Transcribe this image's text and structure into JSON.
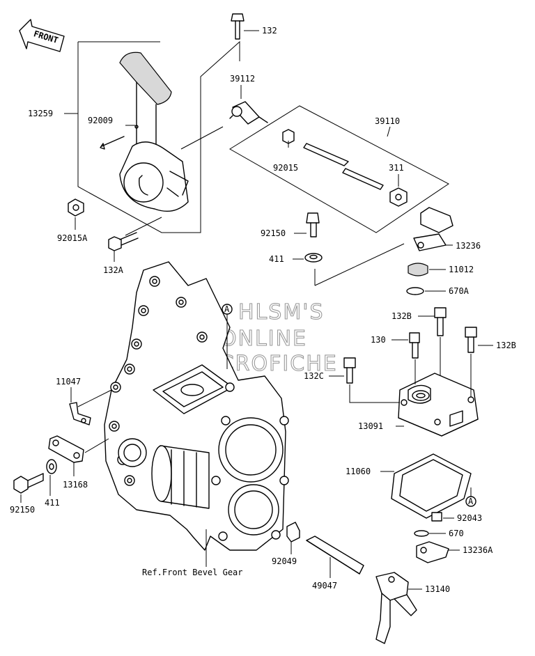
{
  "diagram": {
    "front_arrow_label": "FRONT",
    "watermark": [
      "HLSM'S",
      "ONLINE",
      "MICROFICHE"
    ],
    "ref_note": "Ref.Front Bevel Gear",
    "callout_letter": "A",
    "parts": {
      "p132": "132",
      "p39112": "39112",
      "p13259": "13259",
      "p92009": "92009",
      "p39110": "39110",
      "p92015": "92015",
      "p311": "311",
      "p92015A": "92015A",
      "p132A": "132A",
      "p92150_top": "92150",
      "p13236": "13236",
      "p411_top": "411",
      "p11012": "11012",
      "p670A": "670A",
      "p132B_left": "132B",
      "p130": "130",
      "p132B_right": "132B",
      "p132C": "132C",
      "p11047": "11047",
      "p13091": "13091",
      "p11060": "11060",
      "p13168": "13168",
      "p92150_bottom": "92150",
      "p411_bottom": "411",
      "p92043": "92043",
      "p670": "670",
      "p13236A": "13236A",
      "p92049": "92049",
      "p49047": "49047",
      "p13140": "13140"
    }
  }
}
